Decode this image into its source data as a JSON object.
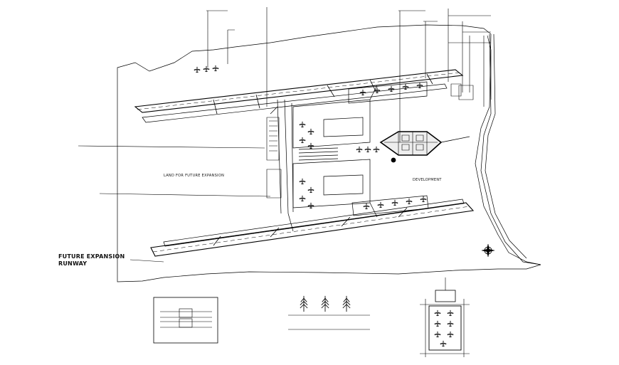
{
  "drawing": {
    "labels": {
      "future_expansion": "FUTURE EXPANSION",
      "runway": "RUNWAY",
      "land_for_future": "LAND FOR FUTURE EXPANSION",
      "development": "DEVELOPMENT"
    }
  },
  "colors": {
    "line": "#000000",
    "background": "#ffffff"
  },
  "icons": [
    "aircraft-icon",
    "compass-rose-icon",
    "tree-icon"
  ]
}
